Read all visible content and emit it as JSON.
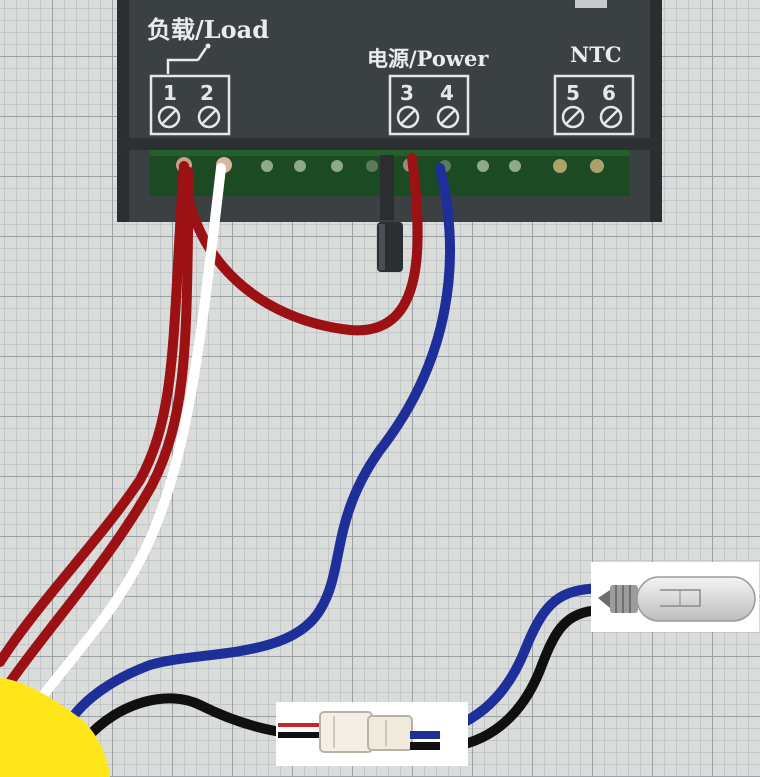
{
  "device": {
    "load_label": "负载/Load",
    "power_label": "电源/Power",
    "ntc_label": "NTC",
    "terminals": [
      "1",
      "2",
      "3",
      "4",
      "5",
      "6"
    ]
  },
  "colors": {
    "housing": "#3b4043",
    "wire_red": "#9b1114",
    "wire_blue": "#1f2f9a",
    "wire_white": "#ffffff",
    "wire_black": "#101010",
    "blob": "#ffe61a"
  }
}
